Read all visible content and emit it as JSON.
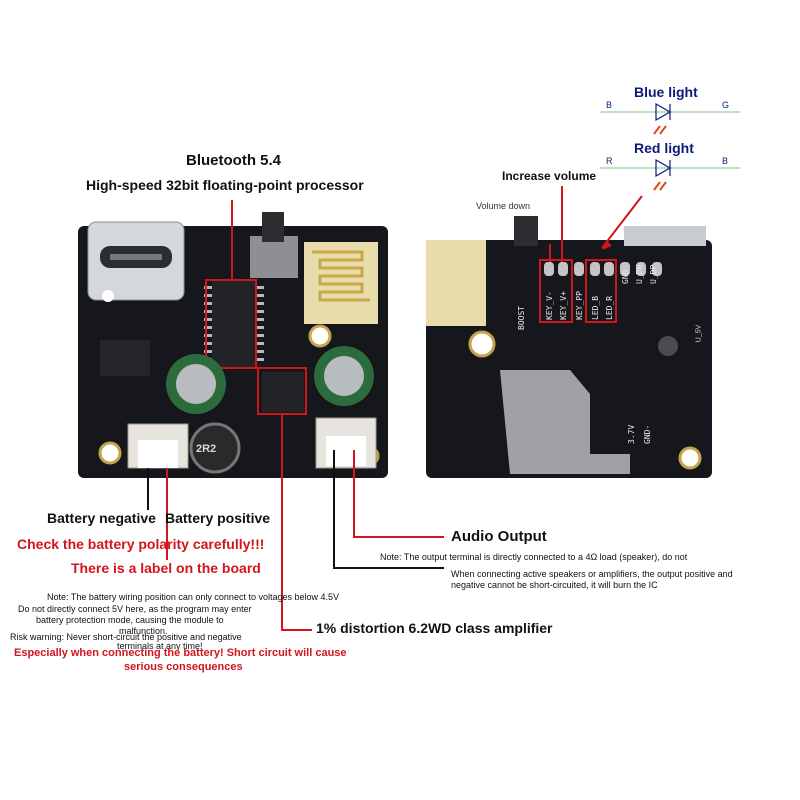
{
  "labels": {
    "bluetooth": "Bluetooth 5.4",
    "processor": "High-speed 32bit floating-point processor",
    "battery_negative": "Battery negative",
    "battery_positive": "Battery positive",
    "check_polarity": "Check the battery polarity carefully!!!",
    "label_on_board": "There is a label on the board",
    "battery_note_1": "Note: The battery wiring position can only connect to voltages below 4.5V",
    "battery_note_2": "Do not directly connect 5V here, as the program may enter",
    "battery_note_3": "battery protection mode, causing the module to",
    "battery_note_4": "malfunction.",
    "risk_1": "Risk warning: Never short-circuit the positive and negative",
    "risk_2": "terminals at any time!",
    "danger_1": "Especially when connecting the battery! Short circuit will cause",
    "danger_2": "serious consequences",
    "distortion": "1% distortion 6.2WD class amplifier",
    "audio_output": "Audio Output",
    "output_note_1": "Note: The output terminal is directly connected to a 4Ω load (speaker), do not",
    "output_note_2": "When connecting active speakers or amplifiers, the output positive and",
    "output_note_3": "negative cannot be short-circuited, it will burn the IC",
    "increase_volume": "Increase volume",
    "volume_down": "Volume down",
    "blue_light": "Blue light",
    "red_light": "Red light",
    "led_b1": "B",
    "led_g": "G",
    "led_r": "R",
    "led_b2": "B"
  },
  "board_back": {
    "pins": [
      "KEY_V-",
      "KEY_V+",
      "KEY_PP",
      "LED_B",
      "LED_R"
    ],
    "pins_right": [
      "GND",
      "U_DN",
      "U_DP"
    ],
    "silk_boost": "BOOST",
    "silk_37v": "3.7V",
    "silk_gnd": "GND-",
    "silk_5v": "U_5V"
  },
  "board_front": {
    "inductor": "2R2"
  },
  "colors": {
    "annotation_red": "#d2141c",
    "annotation_navy": "#0c1a78",
    "pcb": "#15171c"
  }
}
